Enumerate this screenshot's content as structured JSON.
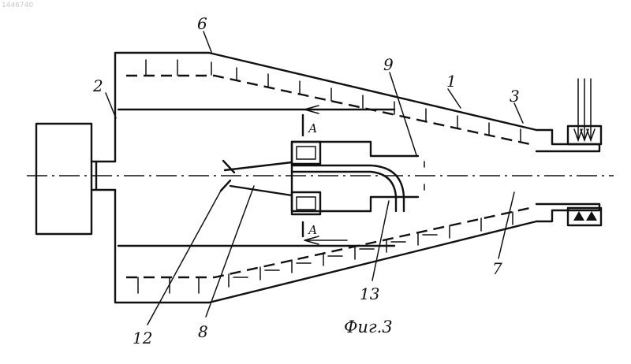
{
  "watermark": "1446740",
  "figure_caption": "Фиг.3",
  "section_marks": {
    "upper": "А",
    "lower": "А"
  },
  "part_labels": {
    "l1": "1",
    "l2": "2",
    "l3": "3",
    "l6": "6",
    "l7": "7",
    "l8": "8",
    "l9": "9",
    "l12": "12",
    "l13": "13"
  }
}
